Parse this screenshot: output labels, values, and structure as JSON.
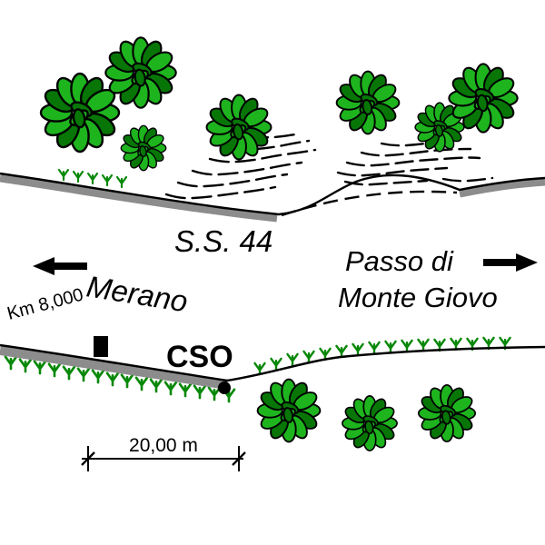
{
  "labels": {
    "road_name": "S.S. 44",
    "direction_left": "Merano",
    "direction_right_line1": "Passo di",
    "direction_right_line2": "Monte Giovo",
    "km_marker": "Km 8,000",
    "station": "CSO",
    "scale": "20,00 m"
  },
  "icons": {
    "left_arrow": "left-arrow-icon",
    "right_arrow": "right-arrow-icon",
    "tree": "tree-icon",
    "grass": "grass-icon",
    "rock_hatching": "rock-hatching-icon",
    "km_stone": "km-stone-icon",
    "station_point": "station-point-icon"
  },
  "colors": {
    "background": "#ffffff",
    "road_gray": "#8c8c8c",
    "tree_green": "#1eb41e",
    "tree_dark_green": "#077607",
    "grass_green": "#088808",
    "line_black": "#000000"
  }
}
